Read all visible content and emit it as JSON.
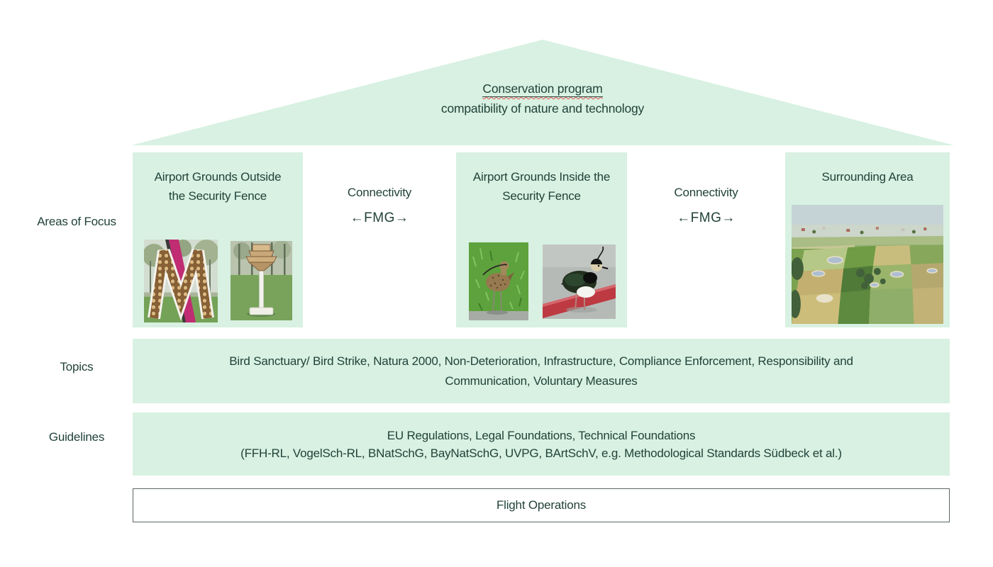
{
  "colors": {
    "box_green": "#d8f1e2",
    "text_ink": "#21423a",
    "spellcheck_squiggle_red": "#e0524d",
    "magenta_stripe": "#c02d72",
    "flight_border_gray": "#5c6763"
  },
  "roof": {
    "title": "Conservation program",
    "subtitle": "compatibility of nature and technology"
  },
  "labels": {
    "areas": "Areas of Focus",
    "topics": "Topics",
    "guidelines": "Guidelines"
  },
  "areas": {
    "col1_title": "Airport Grounds Outside the Security Fence",
    "col2_title": "Airport Grounds Inside the Security Fence",
    "col3_title": "Surrounding Area",
    "connectivity_label": "Connectivity",
    "connectivity_arrows": "←FMG→",
    "photos": [
      {
        "name": "insect-hotel-m-photo",
        "depicts": "M-shaped insect hotel with magenta stripe in a park"
      },
      {
        "name": "bird-tower-photo",
        "depicts": "white pole-mounted nesting tower on a lawn"
      },
      {
        "name": "curlew-photo",
        "depicts": "curlew standing in grass"
      },
      {
        "name": "lapwing-photo",
        "depicts": "lapwing standing on pavement with red stripe"
      },
      {
        "name": "aerial-fields-photo",
        "depicts": "aerial view of patchwork farmland with ponds"
      }
    ]
  },
  "topics": {
    "line1": "Bird Sanctuary/ Bird Strike, Natura 2000, Non-Deterioration, Infrastructure, Compliance Enforcement, Responsibility and",
    "line2": "Communication, Voluntary Measures"
  },
  "guidelines": {
    "line1": "EU Regulations, Legal Foundations, Technical Foundations",
    "line2": "(FFH-RL, VogelSch-RL, BNatSchG, BayNatSchG, UVPG,  BArtSchV, e.g. Methodological Standards Südbeck et al.)"
  },
  "flight": {
    "label": "Flight Operations"
  }
}
